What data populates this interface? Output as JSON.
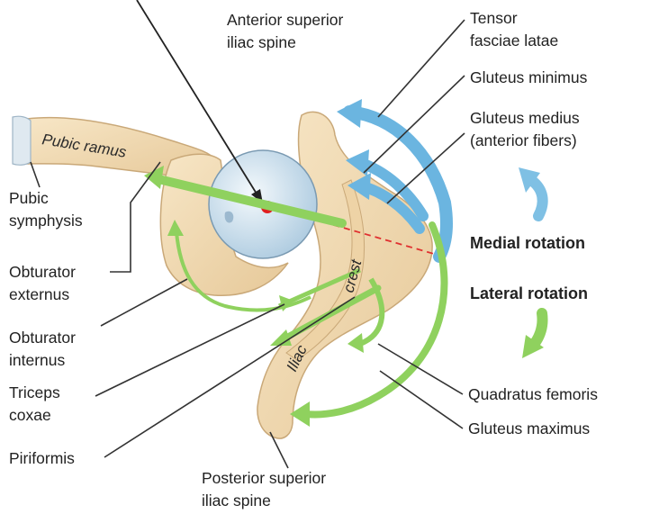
{
  "labels": {
    "asis": [
      "Anterior superior",
      "iliac spine"
    ],
    "tensor": [
      "Tensor",
      "fasciae latae"
    ],
    "glut_min": "Gluteus minimus",
    "glut_med": [
      "Gluteus medius",
      "(anterior fibers)"
    ],
    "medial_rotation": "Medial rotation",
    "lateral_rotation": "Lateral rotation",
    "pubic_symphysis": [
      "Pubic",
      "symphysis"
    ],
    "obturator_externus": [
      "Obturator",
      "externus"
    ],
    "obturator_internus": [
      "Obturator",
      "internus"
    ],
    "triceps_coxae": [
      "Triceps",
      "coxae"
    ],
    "piriformis": "Piriformis",
    "quadratus_femoris": "Quadratus femoris",
    "gluteus_maximus": "Gluteus maximus",
    "psis": [
      "Posterior superior",
      "iliac spine"
    ],
    "pubic_ramus": "Pubic ramus",
    "crest": "crest",
    "iliac": "Iliac"
  },
  "colors": {
    "bone": "#f2dcb5",
    "bone_outline": "#c9a878",
    "femoral_head": "#cfe2ef",
    "medial_arrow": "#7fc0e4",
    "lateral_arrow": "#8fd15e",
    "axis": "#e03030",
    "text": "#222222"
  }
}
